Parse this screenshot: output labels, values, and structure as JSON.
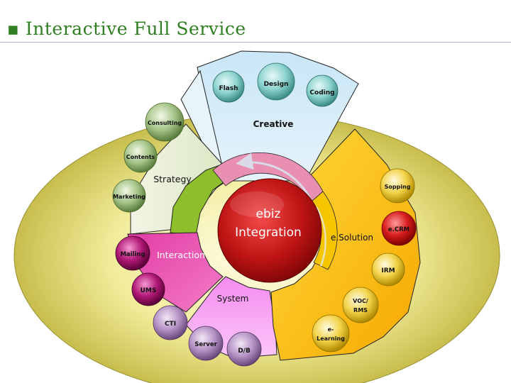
{
  "title": "Interactive Full Service",
  "center": {
    "line1": "ebiz",
    "line2": "Integration"
  },
  "segments": {
    "creative": "Creative",
    "strategy": "Strategy",
    "interaction": "Interaction",
    "system": "System",
    "esolution": "e.Solution"
  },
  "nodes": {
    "flash": "Flash",
    "design": "Design",
    "coding": "Coding",
    "consulting": "Consulting",
    "contents": "Contents",
    "marketing": "Marketing",
    "mailing": "Mailing",
    "ums": "UMS",
    "cti": "CTI",
    "server": "Server",
    "db": "D/B",
    "elearning_line1": "e-",
    "elearning_line2": "Learning",
    "voc_line1": "VOC/",
    "voc_line2": "RMS",
    "irm": "IRM",
    "ecrm": "e.CRM",
    "shopping": "Sopping"
  }
}
